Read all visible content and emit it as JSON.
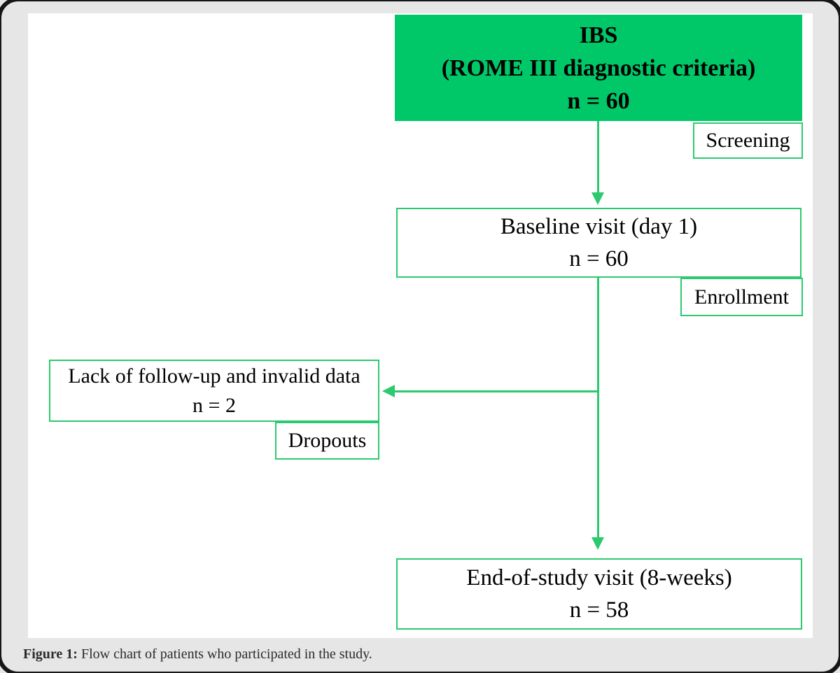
{
  "figure": {
    "flowchart": {
      "ibs_box": {
        "lines": [
          "IBS",
          "(ROME III diagnostic criteria)",
          "n = 60"
        ]
      },
      "screening_label": "Screening",
      "baseline_box": {
        "lines": [
          "Baseline visit (day 1)",
          "n = 60"
        ]
      },
      "enrollment_label": "Enrollment",
      "dropout_reason_box": {
        "lines": [
          "Lack of follow-up and invalid data",
          "n = 2"
        ]
      },
      "dropouts_label": "Dropouts",
      "end_box": {
        "lines": [
          "End-of-study visit (8-weeks)",
          "n = 58"
        ]
      }
    },
    "caption": {
      "label": "Figure 1:",
      "text": "Flow chart of patients who participated in the study."
    },
    "colors": {
      "node_fill_green": "#00c868",
      "connector_green": "#2cc96e",
      "canvas_gray": "#e6e6e6",
      "frame_black": "#161616",
      "text_black": "#000000"
    }
  }
}
